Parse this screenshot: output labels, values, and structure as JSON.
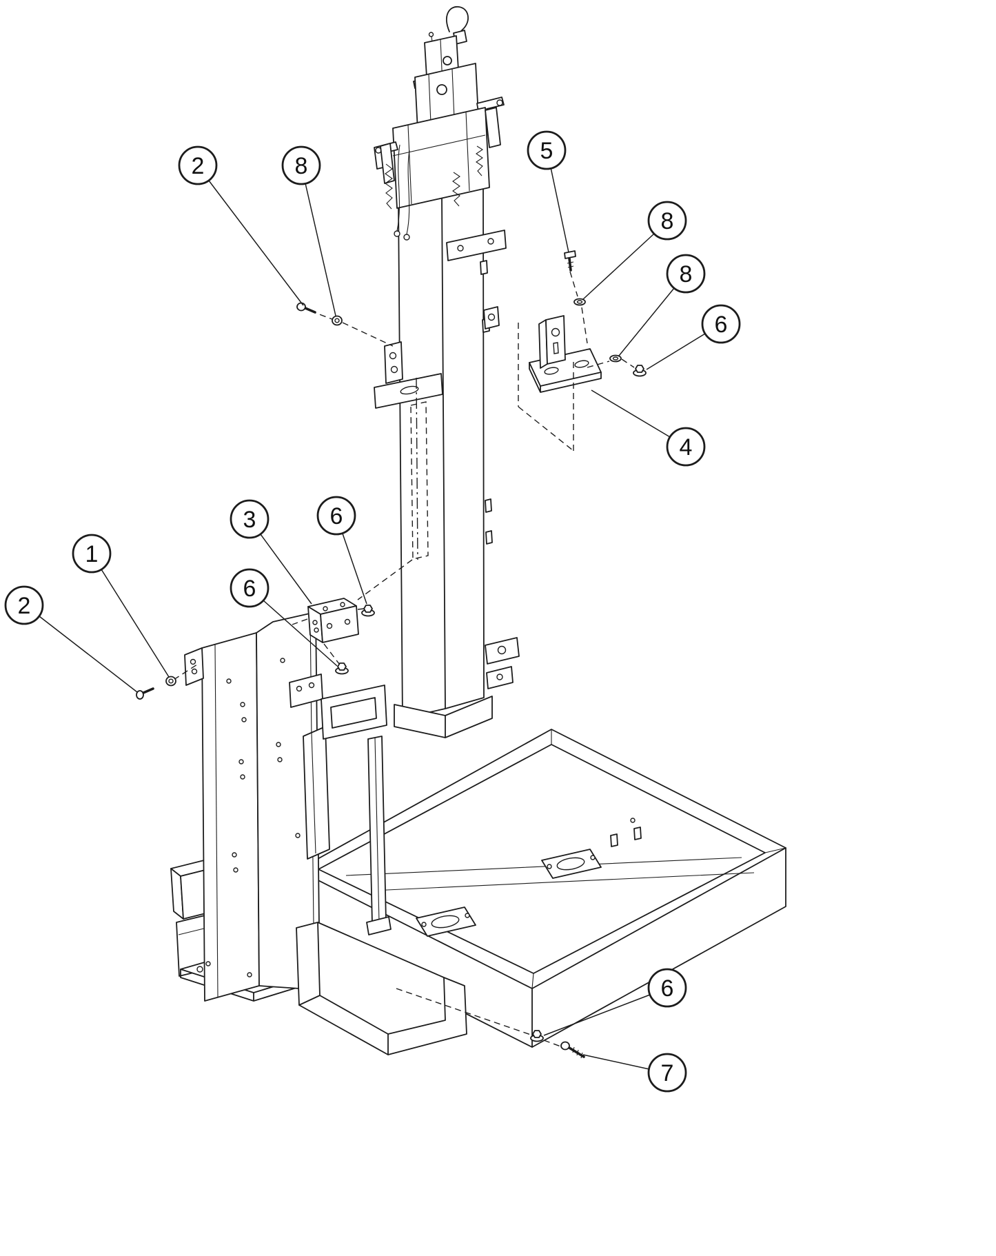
{
  "diagram": {
    "type": "exploded-assembly-drawing",
    "description": "Exploded isometric parts diagram: telescoping mast, support upright and base tray with numbered hardware callouts",
    "background_color": "#ffffff",
    "line_color": "#1c1c1c",
    "callouts": [
      {
        "label": "2"
      },
      {
        "label": "8"
      },
      {
        "label": "5"
      },
      {
        "label": "8"
      },
      {
        "label": "8"
      },
      {
        "label": "6"
      },
      {
        "label": "4"
      },
      {
        "label": "3"
      },
      {
        "label": "6"
      },
      {
        "label": "1"
      },
      {
        "label": "2"
      },
      {
        "label": "6"
      },
      {
        "label": "6"
      },
      {
        "label": "7"
      }
    ]
  }
}
